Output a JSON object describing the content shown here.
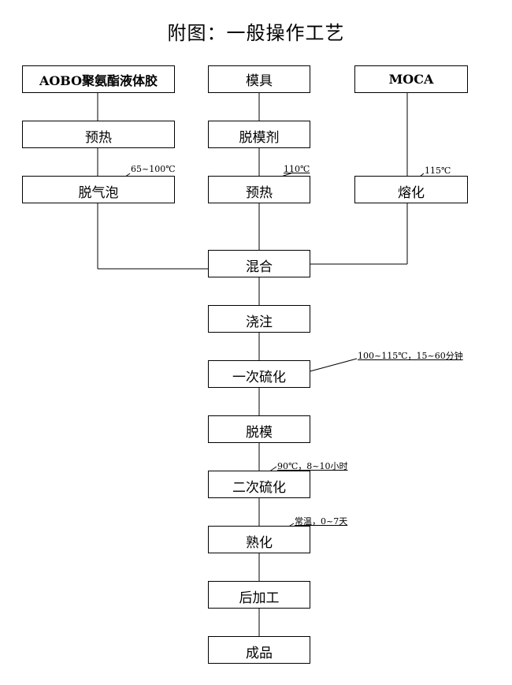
{
  "title": "附图：一般操作工艺",
  "boxes": {
    "aobo": "AOBO聚氨酯液体胶",
    "mold": "模具",
    "moca": "MOCA",
    "preheat1": "预热",
    "release_agent": "脱模剂",
    "degas": "脱气泡",
    "preheat2": "预热",
    "melt": "熔化",
    "mix": "混合",
    "pour": "浇注",
    "cure1": "一次硫化",
    "demold": "脱模",
    "cure2": "二次硫化",
    "mature": "熟化",
    "post": "后加工",
    "product": "成品"
  },
  "annotations": {
    "degas_temp": "65~100℃",
    "preheat2_temp": "110℃",
    "melt_temp": "115℃",
    "cure1_cond": "100~115℃，15~60分钟",
    "cure2_cond": "90℃，8~10小时",
    "mature_cond": "常温，0~7天"
  }
}
